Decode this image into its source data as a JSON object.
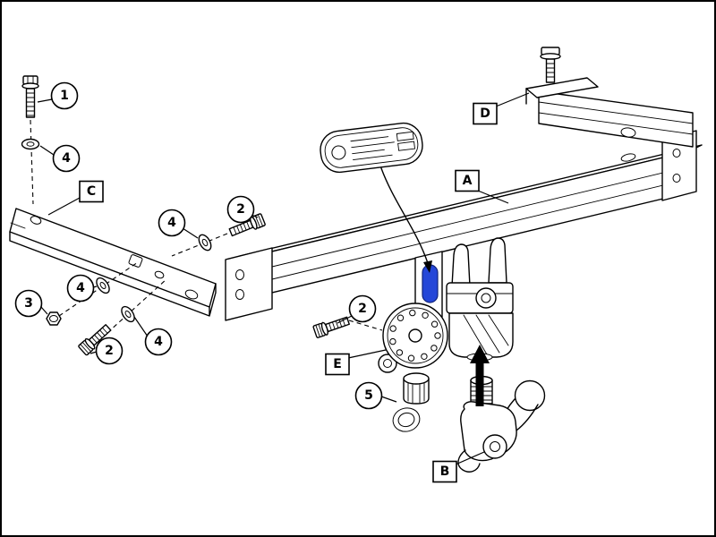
{
  "diagram": {
    "kind": "exploded-parts-diagram",
    "subject": "detachable-towbar-hitch-assembly",
    "background_color": "#ffffff",
    "line_color": "#000000",
    "highlight_color": "#2547d8"
  },
  "callouts": [
    {
      "label": "1",
      "shape": "circle",
      "target": "hex-bolt-vertical"
    },
    {
      "label": "4",
      "shape": "circle",
      "target": "washer"
    },
    {
      "label": "C",
      "shape": "square",
      "target": "left-mount-bracket"
    },
    {
      "label": "4",
      "shape": "circle",
      "target": "washer"
    },
    {
      "label": "2",
      "shape": "circle",
      "target": "hex-bolt"
    },
    {
      "label": "3",
      "shape": "circle",
      "target": "hex-nut"
    },
    {
      "label": "4",
      "shape": "circle",
      "target": "washer"
    },
    {
      "label": "2",
      "shape": "circle",
      "target": "hex-bolt"
    },
    {
      "label": "4",
      "shape": "circle",
      "target": "washer"
    },
    {
      "label": "2",
      "shape": "circle",
      "target": "hex-bolt"
    },
    {
      "label": "E",
      "shape": "square",
      "target": "flange-plate"
    },
    {
      "label": "5",
      "shape": "circle",
      "target": "cover-cap"
    },
    {
      "label": "B",
      "shape": "square",
      "target": "detachable-ball-coupling"
    },
    {
      "label": "A",
      "shape": "square",
      "target": "main-crossbar"
    },
    {
      "label": "D",
      "shape": "square",
      "target": "right-mount-bracket"
    }
  ]
}
